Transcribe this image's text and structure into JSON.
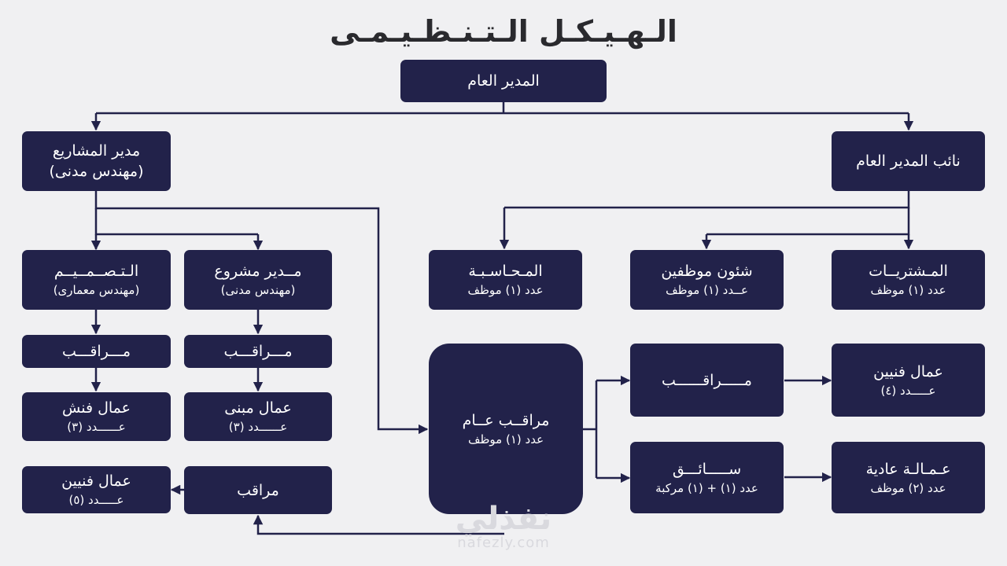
{
  "title": "الـهـيـكـل الـتـنـظـيـمـى",
  "watermark": {
    "logo": "نفذلي",
    "site": "nafezly.com"
  },
  "colors": {
    "box": "#22224a",
    "line": "#22224a",
    "background": "#f0f0f2"
  },
  "nodes": {
    "gm": {
      "line1": "المدير العام"
    },
    "pm": {
      "line1": "مدير المشاريع",
      "line2": "(مهندس مدنى)"
    },
    "dgm": {
      "line1": "نائب المدير العام"
    },
    "design": {
      "line1": "الـتـصــمــيــم",
      "line2": "(مهندس معمارى)"
    },
    "projmgr": {
      "line1": "مــدير مشروع",
      "line2": "(مهندس مدنى)"
    },
    "accounting": {
      "line1": "المـحـاسـبـة",
      "line2": "عدد (١) موظف"
    },
    "hr": {
      "line1": "شئون موظفين",
      "line2": "عــدد (١) موظف"
    },
    "purchasing": {
      "line1": "المـشتريــات",
      "line2": "عدد (١) موظف"
    },
    "sup_design": {
      "line1": "مـــراقـــب"
    },
    "sup_proj": {
      "line1": "مـــراقـــب"
    },
    "general_sup": {
      "line1": "مراقــب عــام",
      "line2": "عدد (١) موظف"
    },
    "sup_tech": {
      "line1": "مـــــراقــــــب"
    },
    "tech_workers": {
      "line1": "عمال فنيين",
      "line2": "عـــــدد (٤)"
    },
    "finish_workers": {
      "line1": "عمال فنش",
      "line2": "عــــــدد (٣)"
    },
    "building_workers": {
      "line1": "عمال مبنى",
      "line2": "عــــــدد (٣)"
    },
    "driver": {
      "line1": "ســـــائـــق",
      "line2": "عدد (١) + (١) مركبة"
    },
    "regular_labor": {
      "line1": "عـمـالـة عادية",
      "line2": "عدد (٢) موظف"
    },
    "tech_workers2": {
      "line1": "عمال فنيين",
      "line2": "عـــــدد (٥)"
    },
    "sup_bottom": {
      "line1": "مراقب"
    }
  }
}
